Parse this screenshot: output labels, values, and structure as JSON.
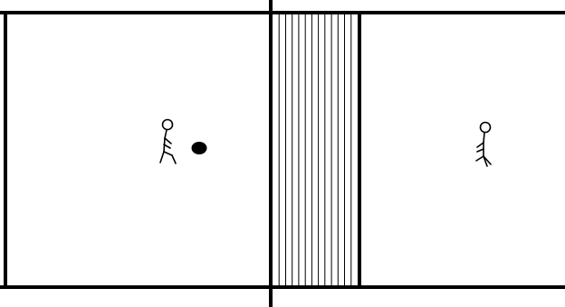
{
  "scene": {
    "type": "grid-world",
    "background_color": "#ffffff",
    "line_color": "#000000",
    "rooms": [
      "left-room",
      "right-room"
    ],
    "divider": {
      "pattern": "vertical-stripes",
      "stripe_count": 13
    },
    "agents": [
      {
        "name": "agent-left",
        "room": "left-room",
        "facing": "right",
        "icon": "stick-figure-icon"
      },
      {
        "name": "agent-right",
        "room": "right-room",
        "facing": "left",
        "icon": "stick-figure-icon"
      }
    ],
    "objects": [
      {
        "name": "ball",
        "shape": "filled-oval",
        "color": "#000000",
        "room": "left-room"
      }
    ]
  }
}
